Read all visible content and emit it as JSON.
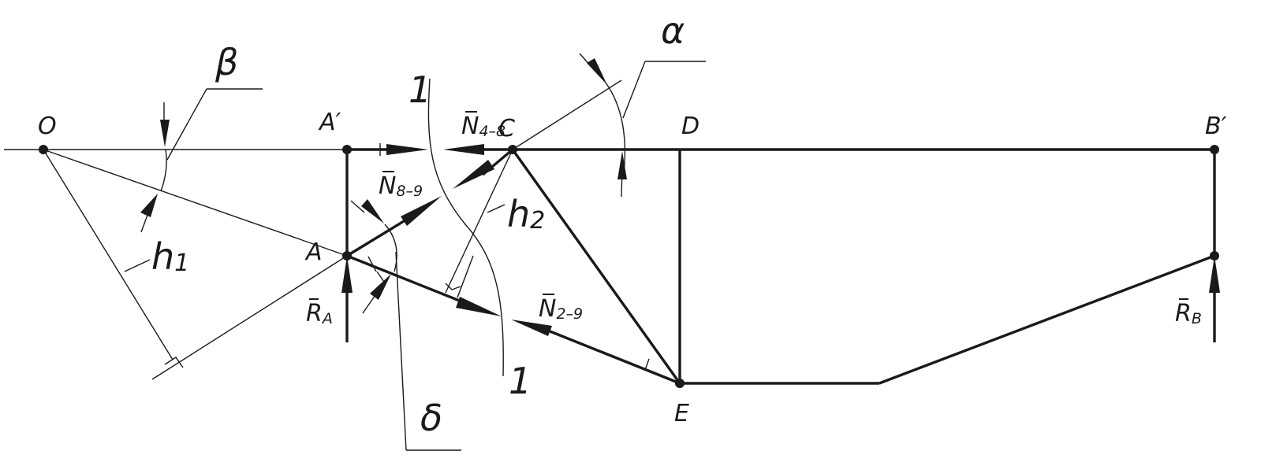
{
  "points": {
    "O": "O",
    "A_prime": "A′",
    "A": "A",
    "C": "C",
    "D": "D",
    "B_prime": "B′",
    "E": "E"
  },
  "angles": {
    "alpha": "α",
    "beta": "β",
    "delta": "δ"
  },
  "heights": {
    "h1": {
      "base": "h",
      "sub": "1"
    },
    "h2": {
      "base": "h",
      "sub": "2"
    }
  },
  "section_marks": {
    "top": "1",
    "bottom": "1"
  },
  "forces": {
    "N48": {
      "base": "N",
      "sub": "4–8"
    },
    "N89": {
      "base": "N",
      "sub": "8–9"
    },
    "N29": {
      "base": "N",
      "sub": "2–9"
    },
    "RA": {
      "base": "R",
      "sub": "A"
    },
    "RB": {
      "base": "R",
      "sub": "B"
    }
  }
}
